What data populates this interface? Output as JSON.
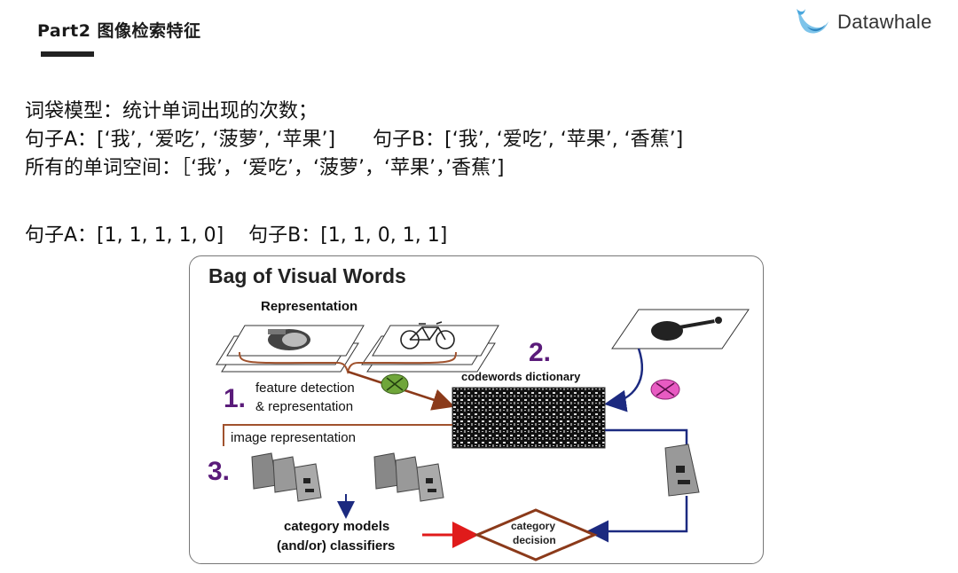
{
  "header": {
    "title": "Part2 图像检索特征"
  },
  "brand": {
    "name": "Datawhale"
  },
  "body_text": {
    "line1": "词袋模型：统计单词出现的次数；",
    "line2": "句子A：[‘我’, ‘爱吃’, ‘菠萝’, ‘苹果’]      句子B：[‘我’, ‘爱吃’, ‘苹果’, ‘香蕉’]",
    "line3": "所有的单词空间：［‘我’，‘爱吃’，‘菠萝’，‘苹果’，’香蕉’]",
    "line4": "句子A：[1, 1, 1, 1, 0]    句子B：[1, 1, 0, 1, 1]"
  },
  "figure": {
    "title": "Bag of Visual Words",
    "representation_label": "Representation",
    "step1_number": "1.",
    "step1_label_a": "feature detection",
    "step1_label_b": "& representation",
    "step2_number": "2.",
    "codewords_label": "codewords dictionary",
    "image_representation_label": "image representation",
    "step3_number": "3.",
    "models_label_a": "category models",
    "models_label_b": "(and/or) classifiers",
    "decision_label_a": "category",
    "decision_label_b": "decision"
  },
  "colors": {
    "purple": "#5a1b7a",
    "brown_arrow": "#8b3a1a",
    "navy_arrow": "#1c2a80",
    "red_arrow": "#e01b1b",
    "green_marker": "#6fa63a",
    "pink_marker": "#e85bc2",
    "brand_blue": "#4aa7dd"
  },
  "icons": {
    "brand_logo": "whale-tail-icon",
    "violin": "violin-icon",
    "bicycle": "bicycle-icon",
    "face": "face-photo-icon",
    "bag": "bag-image-icon"
  }
}
